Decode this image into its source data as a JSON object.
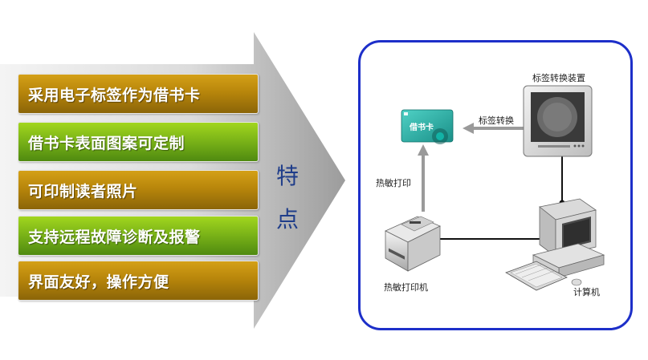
{
  "features": [
    {
      "label": "采用电子标签作为借书卡",
      "color": "brown"
    },
    {
      "label": "借书卡表面图案可定制",
      "color": "green"
    },
    {
      "label": "可印制读者照片",
      "color": "brown"
    },
    {
      "label": "支持远程故障诊断及报警",
      "color": "green"
    },
    {
      "label": "界面友好，操作方便",
      "color": "brown"
    }
  ],
  "side_label": {
    "line1": "特",
    "line2": "点"
  },
  "diagram": {
    "converter_label": "标签转换装置",
    "conversion_label": "标签转换",
    "card_text": "借书卡",
    "thermal_print_label": "热敏打印",
    "printer_label": "热敏打印机",
    "computer_label": "计算机"
  },
  "colors": {
    "brown": "#b8860b",
    "green": "#7cb518",
    "panel_border": "#1d2fc9",
    "arrow_gray": "#9a9a9a"
  }
}
